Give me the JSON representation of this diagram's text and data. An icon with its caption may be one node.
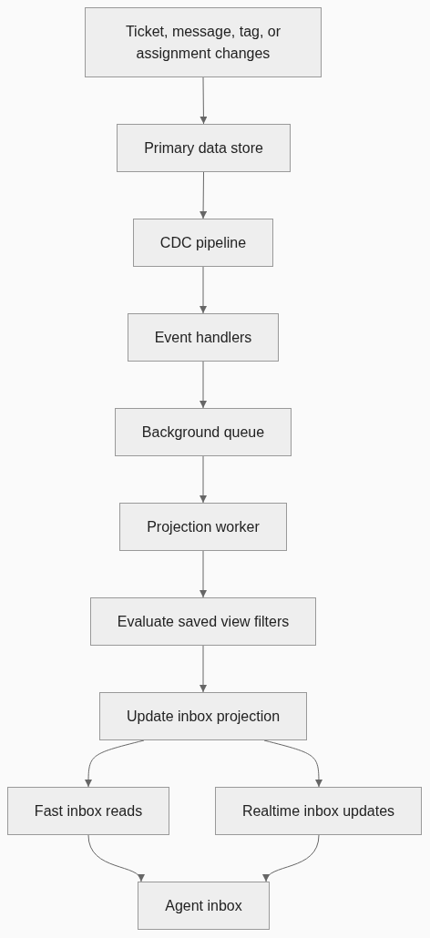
{
  "diagram": {
    "nodes": [
      {
        "text": [
          "Ticket, message, tag, or assignment changes"
        ]
      },
      {
        "text": [
          "Primary data store"
        ]
      },
      {
        "text": [
          "CDC pipeline"
        ]
      },
      {
        "text": [
          "Event handlers"
        ]
      },
      {
        "text": [
          "Background queue"
        ]
      },
      {
        "text": [
          "Projection worker"
        ]
      },
      {
        "text": [
          "Evaluate saved view filters"
        ]
      },
      {
        "text": [
          "Update inbox projection"
        ]
      },
      {
        "text": [
          "Fast inbox reads"
        ]
      },
      {
        "text": [
          "Realtime inbox updates"
        ]
      },
      {
        "text": [
          "Agent inbox"
        ]
      }
    ],
    "edges": [
      {
        "from": 0,
        "to": 1,
        "arrow": "to"
      },
      {
        "from": 1,
        "to": 2,
        "arrow": "to"
      },
      {
        "from": 2,
        "to": 3,
        "arrow": "to"
      },
      {
        "from": 3,
        "to": 4,
        "arrow": "to"
      },
      {
        "from": 4,
        "to": 5,
        "arrow": "to"
      },
      {
        "from": 5,
        "to": 6,
        "arrow": "to"
      },
      {
        "from": 6,
        "to": 7,
        "arrow": "to"
      },
      {
        "from": 7,
        "to": 8,
        "arrow": "to"
      },
      {
        "from": 7,
        "to": 9,
        "arrow": "to"
      },
      {
        "from": 8,
        "to": 10,
        "arrow": "to"
      },
      {
        "from": 9,
        "to": 10,
        "arrow": "to"
      }
    ]
  }
}
